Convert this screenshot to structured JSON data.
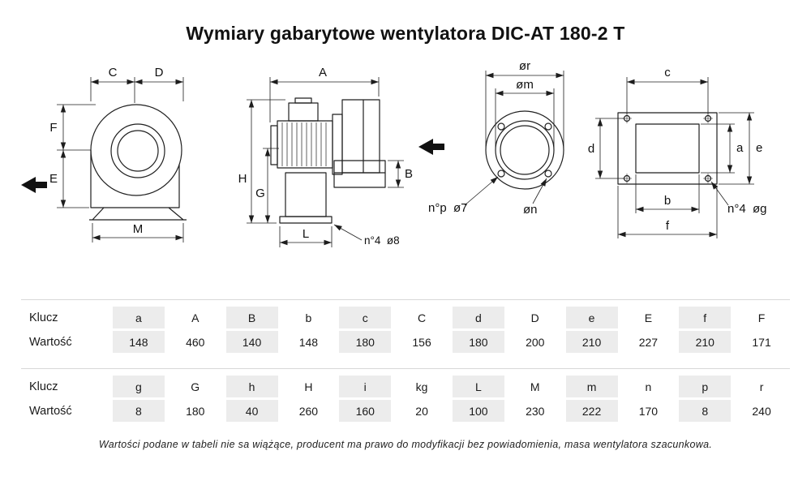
{
  "page": {
    "title": "Wymiary gabarytowe wentylatora DIC-AT 180-2 T",
    "footnote": "Wartości podane w tabeli nie sa wiążące, producent ma prawo do modyfikacji bez powiadomienia, masa wentylatora szacunkowa."
  },
  "drawings": {
    "side_view": {
      "c": "C",
      "d": "D",
      "f": "F",
      "e": "E",
      "m": "M"
    },
    "front_view": {
      "a": "A",
      "h": "H",
      "g": "G",
      "b": "B",
      "l": "L",
      "holes": "n°4  ø8"
    },
    "inlet_flange": {
      "or": "ør",
      "om": "øm",
      "on": "øn",
      "holes": "n°p  ø7"
    },
    "outlet_flange": {
      "c": "c",
      "d": "d",
      "a": "a",
      "e": "e",
      "b": "b",
      "f": "f",
      "holes": "n°4  øg"
    }
  },
  "table": {
    "key_label": "Klucz",
    "value_label": "Wartość",
    "groups": [
      {
        "keys": [
          "a",
          "A",
          "B",
          "b",
          "c",
          "C",
          "d",
          "D",
          "e",
          "E",
          "f",
          "F"
        ],
        "values": [
          "148",
          "460",
          "140",
          "148",
          "180",
          "156",
          "180",
          "200",
          "210",
          "227",
          "210",
          "171"
        ]
      },
      {
        "keys": [
          "g",
          "G",
          "h",
          "H",
          "i",
          "kg",
          "L",
          "M",
          "m",
          "n",
          "p",
          "r"
        ],
        "values": [
          "8",
          "180",
          "40",
          "260",
          "160",
          "20",
          "100",
          "230",
          "222",
          "170",
          "8",
          "240"
        ]
      }
    ]
  }
}
